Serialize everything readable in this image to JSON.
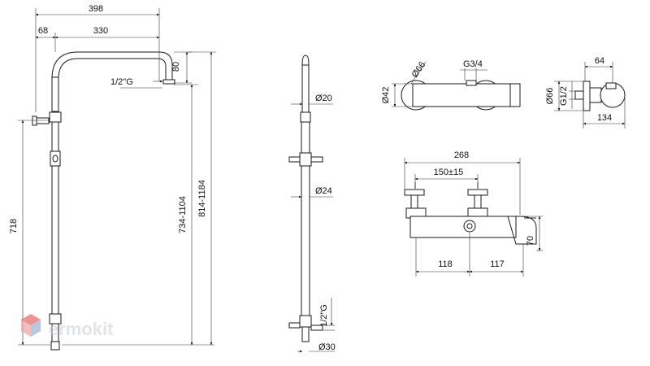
{
  "dimensions": {
    "total_width": "398",
    "offset_68": "68",
    "arm_330": "330",
    "height_80": "80",
    "thread_top": "1/2\"G",
    "height_718": "718",
    "height_734": "734-1104",
    "height_814": "814-1184",
    "dia_20": "Ø20",
    "dia_24": "Ø24",
    "thread_bottom": "1/2\"G",
    "dia_30": "Ø30",
    "dia_66_top": "Ø66",
    "g34": "G3/4",
    "dia_42": "Ø42",
    "dim_64": "64",
    "dia_66_side": "Ø66",
    "g12_side": "G1/2",
    "dim_134": "134",
    "dim_268": "268",
    "dim_150": "150±15",
    "dim_70": "70",
    "dim_118": "118",
    "dim_117": "117"
  },
  "watermark": {
    "text": "ermokit"
  }
}
